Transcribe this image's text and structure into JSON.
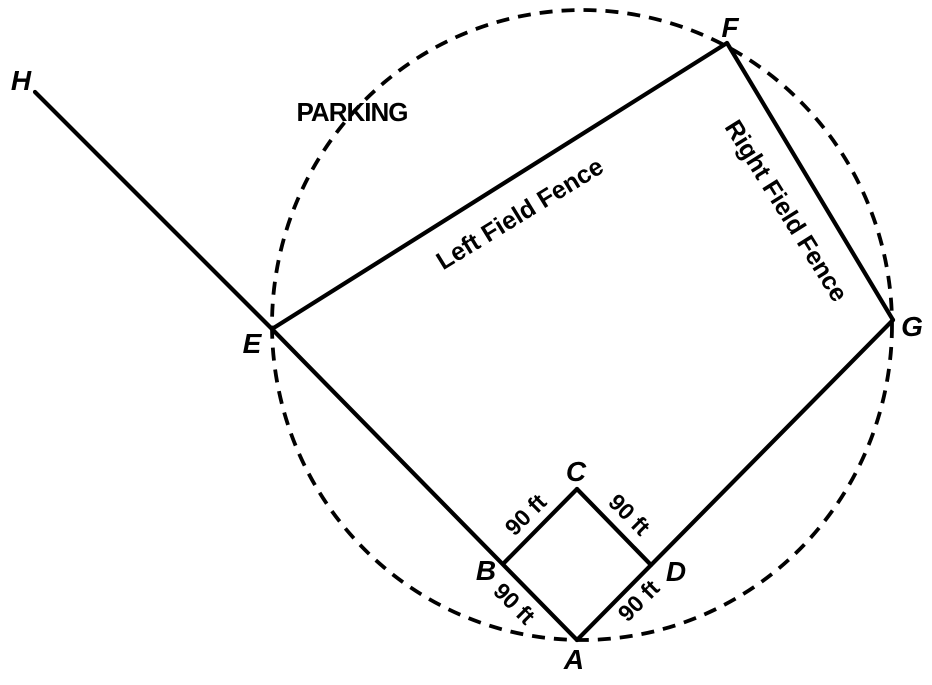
{
  "diagram": {
    "description": "Baseball field geometry diagram: square diamond ABCD inscribed region, dashed circle through A, E, G near F, outfield fences EF and FG, foul lines extended to E, G and ray to H, parking area outside circle",
    "area_label": "PARKING",
    "points": {
      "A": "A",
      "B": "B",
      "C": "C",
      "D": "D",
      "E": "E",
      "F": "F",
      "G": "G",
      "H": "H"
    },
    "side_labels": {
      "AB": "90 ft",
      "BC": "90 ft",
      "CD": "90 ft",
      "AD": "90 ft"
    },
    "fences": {
      "left": "Left Field Fence",
      "right": "Right Field Fence"
    },
    "colors": {
      "ink": "#000000",
      "background": "#ffffff"
    }
  }
}
